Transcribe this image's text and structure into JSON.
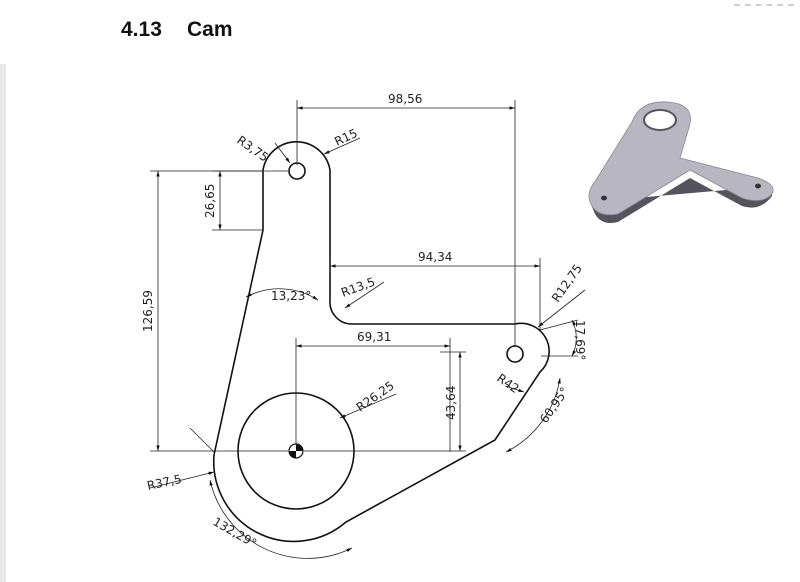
{
  "title": {
    "number": "4.13",
    "text": "Cam"
  },
  "dimensions": {
    "width_top": "98,56",
    "r_hole_top": "R3,75",
    "r_top_end": "R15",
    "hole_offset": "26,65",
    "width_mid": "94,34",
    "r_right_end": "R12,75",
    "total_height": "126,59",
    "angle_left": "13,23°",
    "r_inner_corner": "R13,5",
    "width_center": "69,31",
    "angle_right": "17,69°",
    "r_right_arc": "R42",
    "r_hub": "R26,25",
    "height_center": "43,64",
    "angle_arc": "60,95°",
    "r_left_arc": "R37,5",
    "angle_bottom": "132,29°"
  },
  "colors": {
    "line": "#111111",
    "part_face": "#b8b6c0",
    "part_side": "#55545e"
  }
}
